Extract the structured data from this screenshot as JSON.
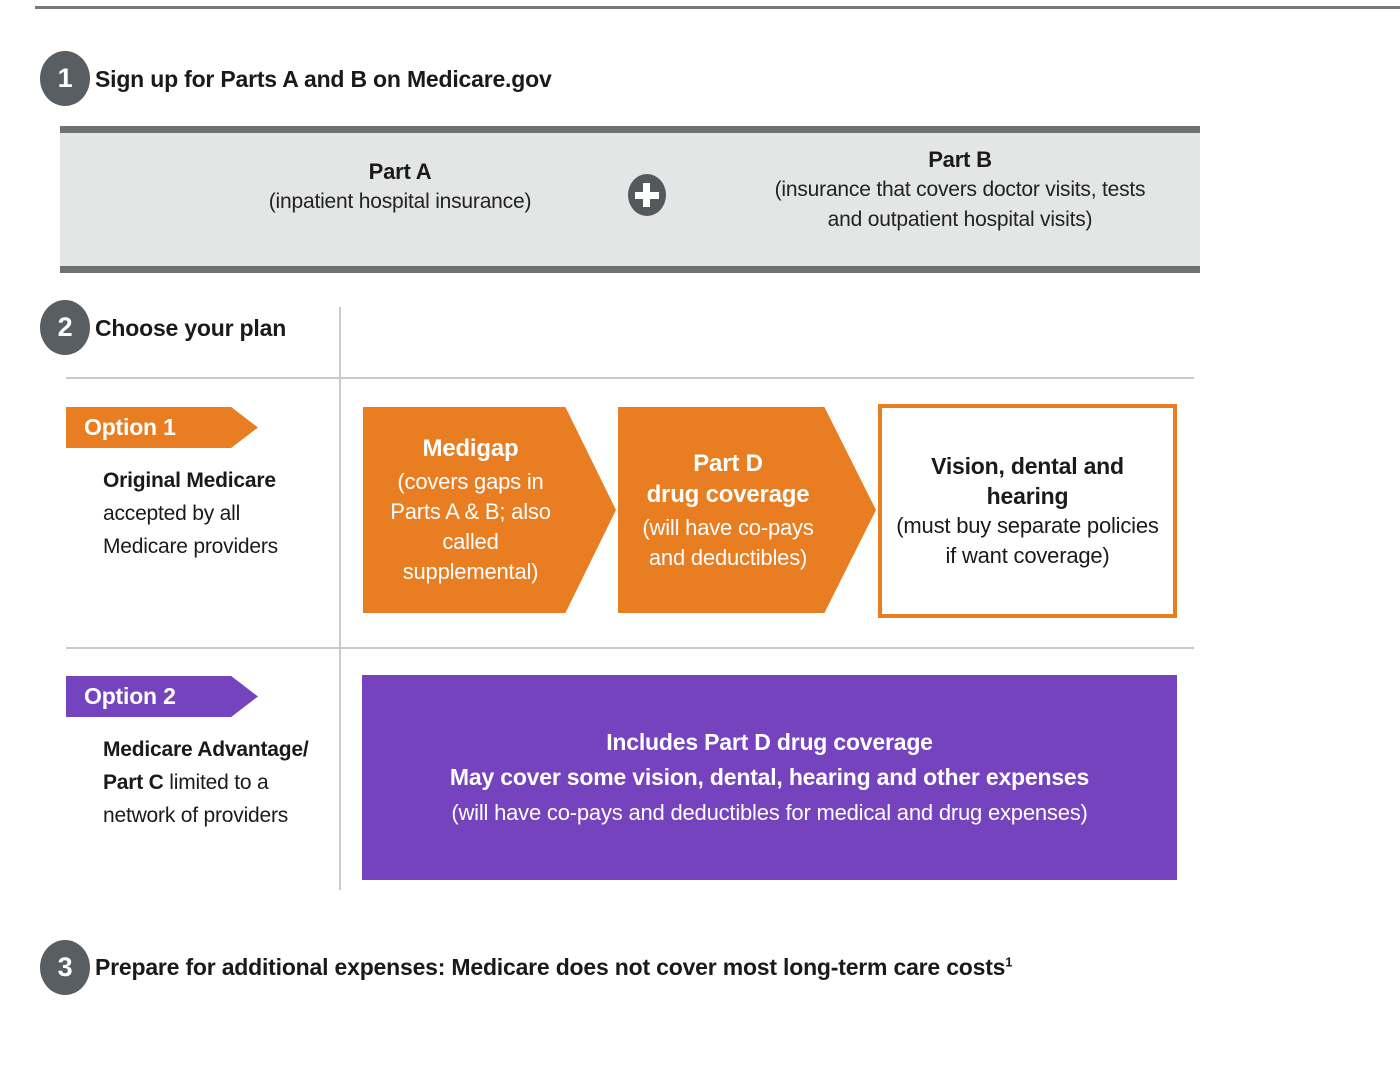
{
  "colors": {
    "orange": "#e87d22",
    "purple": "#7543bd",
    "step_badge_gray": "#585e62",
    "band_fill": "#e4e6e5",
    "band_border": "#6e7071",
    "grid_line": "#c9cbca"
  },
  "steps": {
    "step1": {
      "number": "1",
      "label": "Sign up for Parts A and B on Medicare.gov"
    },
    "step2": {
      "number": "2",
      "label": "Choose your plan"
    },
    "step3": {
      "number": "3",
      "label": "Prepare for additional expenses: Medicare does not cover most long-term care costs",
      "footnote": "1"
    }
  },
  "parts_box": {
    "part_a": {
      "title": "Part A",
      "subtitle": "(inpatient hospital insurance)"
    },
    "plus_icon": "plus-icon",
    "part_b": {
      "title": "Part B",
      "subtitle": "(insurance that covers doctor visits, tests and outpatient hospital visits)"
    }
  },
  "option1": {
    "banner": "Option 1",
    "desc": [
      {
        "bold": "Original Medicare",
        "rest": ""
      },
      {
        "bold": "",
        "rest": "accepted by all"
      },
      {
        "bold": "",
        "rest": "Medicare providers"
      }
    ],
    "medigap": {
      "title": "Medigap",
      "body": "(covers gaps in Parts A & B; also called supplemental)"
    },
    "part_d": {
      "title": "Part D",
      "title2": "drug coverage",
      "body": "(will have co-pays and deductibles)"
    },
    "vision": {
      "title": "Vision, dental and hearing",
      "body": "(must buy separate policies if want coverage)"
    }
  },
  "option2": {
    "banner": "Option 2",
    "desc": [
      {
        "bold": "Medicare Advantage/",
        "rest": ""
      },
      {
        "bold": "Part C",
        "rest": " limited to a"
      },
      {
        "bold": "",
        "rest": "network of providers"
      }
    ],
    "box": {
      "line1": "Includes Part D drug coverage",
      "line2": "May cover some vision, dental, hearing and other expenses",
      "line3": "(will have co-pays and deductibles for medical and drug expenses)"
    }
  }
}
